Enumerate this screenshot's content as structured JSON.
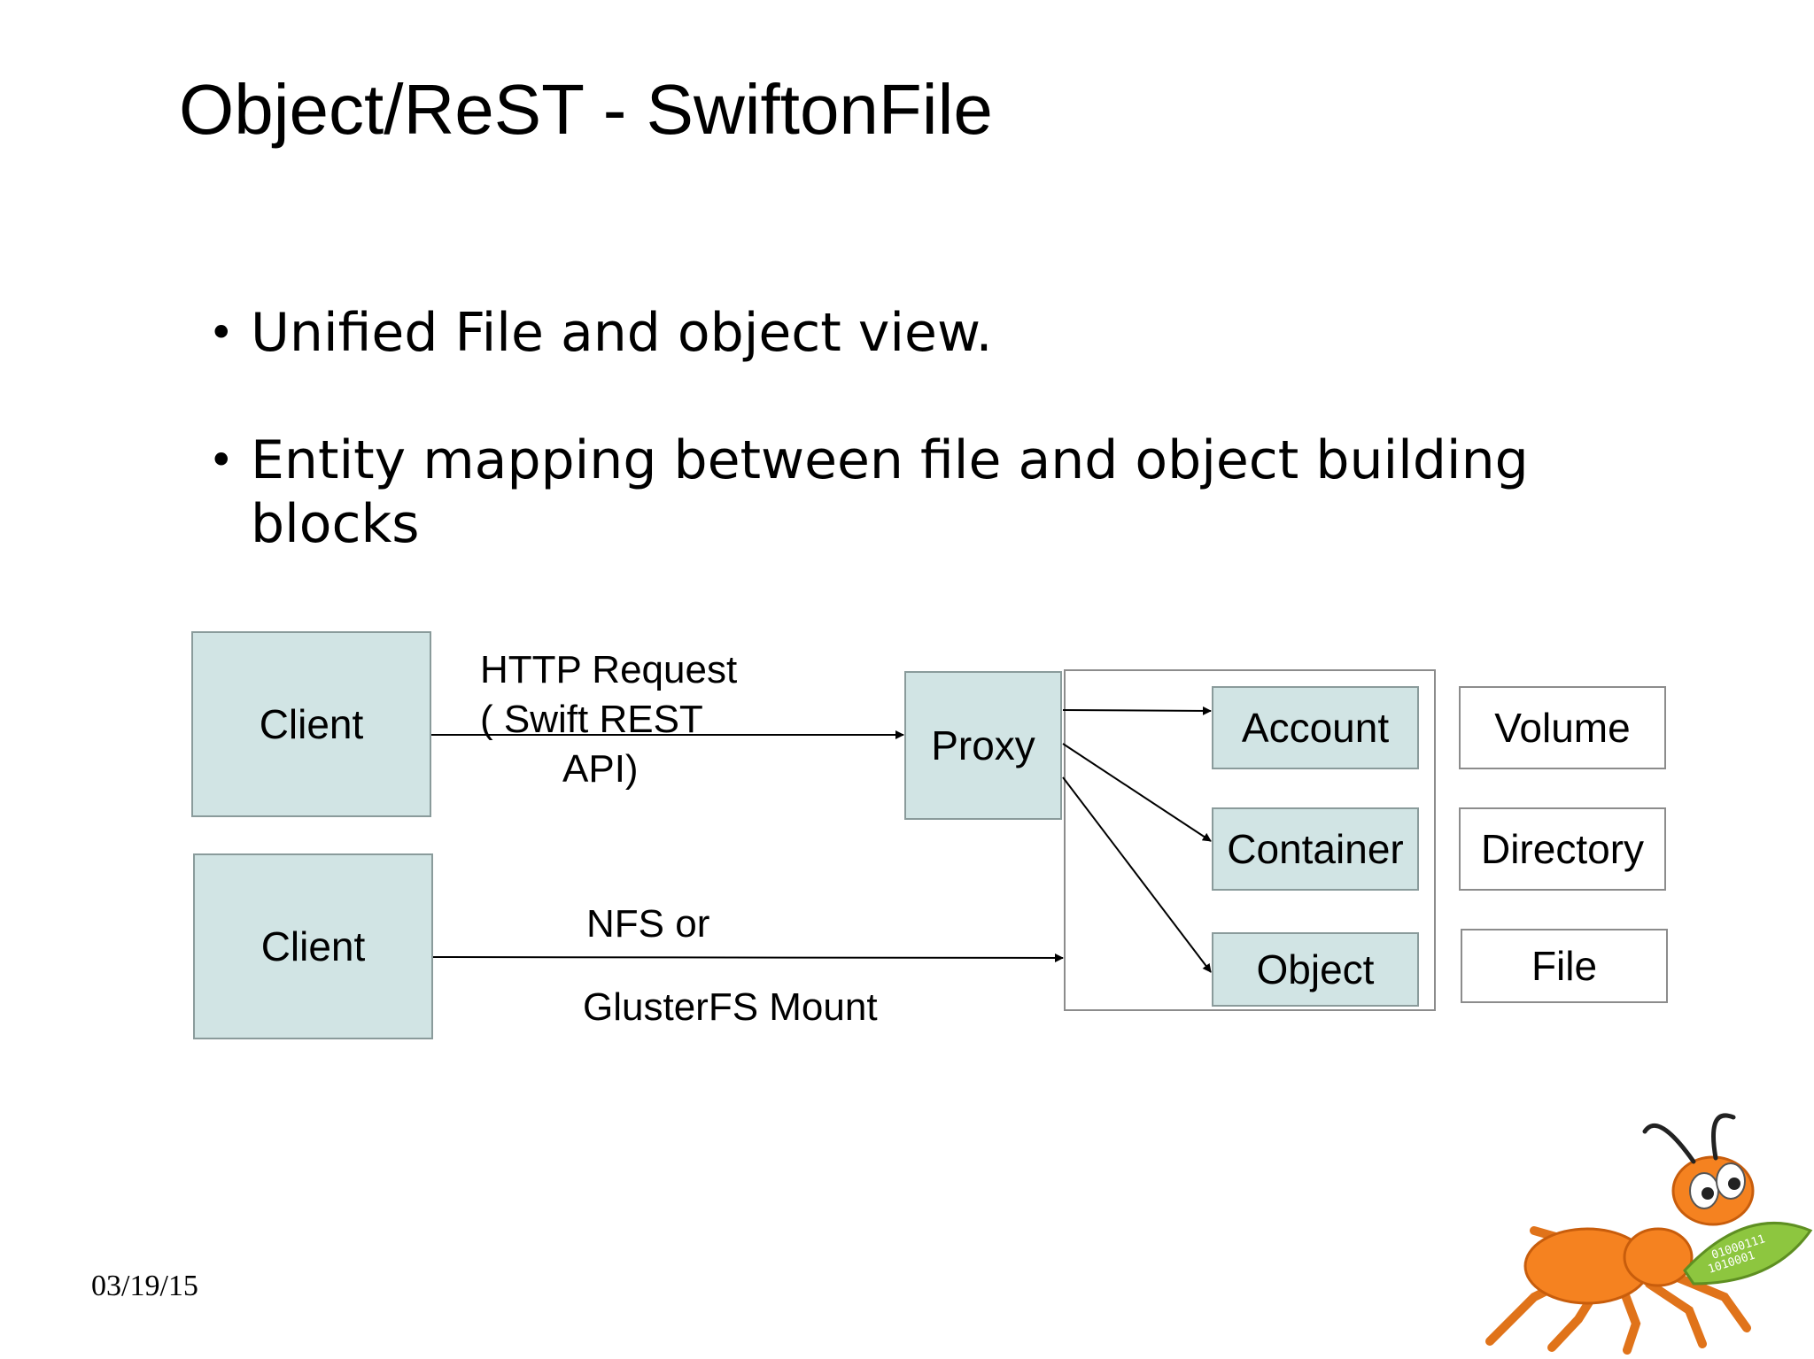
{
  "slide": {
    "title": "Object/ReST - SwiftonFile",
    "bullets": [
      {
        "line1": "Unified File and object view.",
        "line2": ""
      },
      {
        "line1": "Entity mapping between file and object building",
        "line2": "blocks"
      }
    ],
    "date": "03/19/15"
  },
  "diagram": {
    "client_top": "Client",
    "client_bottom": "Client",
    "http_label": {
      "line1": "HTTP Request",
      "line2": "( Swift REST",
      "line3": "API)"
    },
    "nfs_label": {
      "line1": "NFS or",
      "line2": "GlusterFS Mount"
    },
    "proxy": "Proxy",
    "swift_entities": [
      "Account",
      "Container",
      "Object"
    ],
    "file_entities": [
      "Volume",
      "Directory",
      "File"
    ],
    "colors": {
      "box_fill": "#d1e4e4",
      "box_border": "#8a9b9b",
      "line": "#000000"
    }
  },
  "mascot": {
    "icon": "gluster-ant-icon",
    "colors": {
      "body": "#f58220",
      "leaf": "#8dc63f"
    }
  }
}
